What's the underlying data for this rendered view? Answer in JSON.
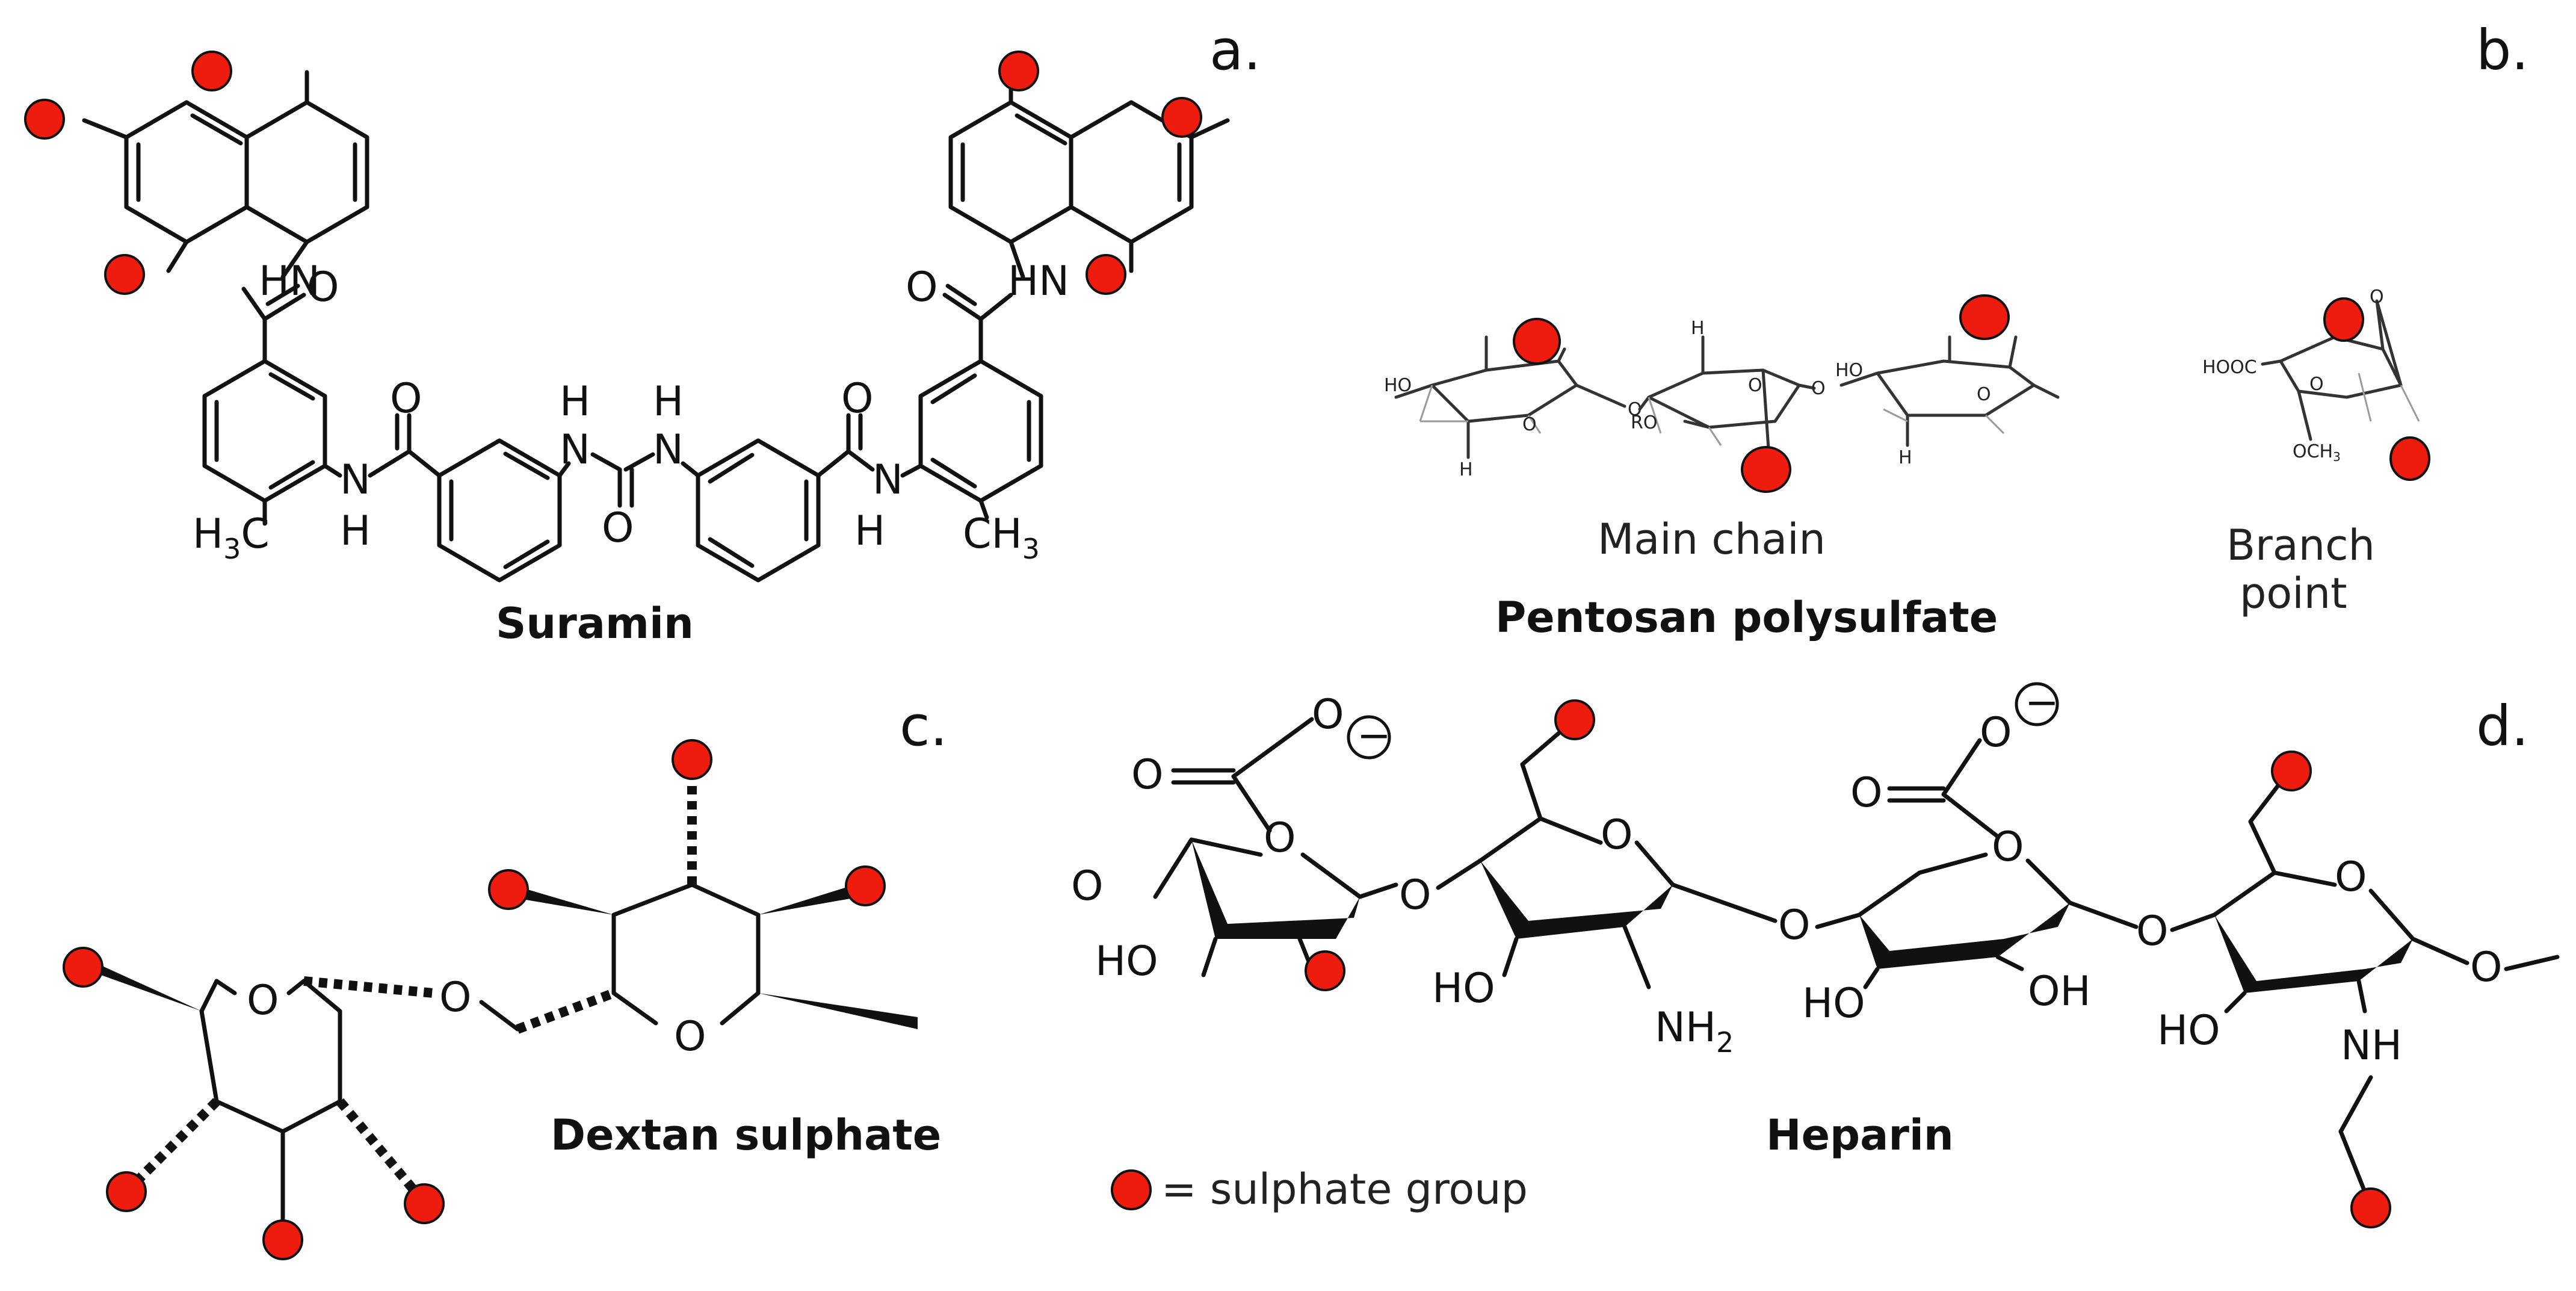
{
  "panels": {
    "a": {
      "letter": "a.",
      "name": "Suramin",
      "atoms": {
        "nh_left": "HN",
        "nh_right": "HN",
        "nh": "N",
        "h": "H",
        "o": "O",
        "h3c": "H",
        "three": "3",
        "c": "C",
        "ch": "CH"
      }
    },
    "b": {
      "letter": "b.",
      "name": "Pentosan polysulfate",
      "main_chain_label": "Main chain",
      "branch_label_line1": "Branch",
      "branch_label_line2": "point",
      "atoms": {
        "ho": "HO",
        "ro": "RO",
        "h": "H",
        "o": "O",
        "hooc": "HOOC",
        "och3": "OCH",
        "three": "3"
      }
    },
    "c": {
      "letter": "c.",
      "name": "Dextan sulphate",
      "atoms": {
        "o": "O"
      }
    },
    "d": {
      "letter": "d.",
      "name": "Heparin",
      "atoms": {
        "o": "O",
        "ho": "HO",
        "oh": "OH",
        "nh2": "NH",
        "two": "2",
        "nh": "NH",
        "minus": "−"
      }
    }
  },
  "legend": {
    "text": "= sulphate group"
  },
  "colors": {
    "sulphate": "#ee1c0f",
    "ink": "#111111",
    "background": "#ffffff"
  }
}
